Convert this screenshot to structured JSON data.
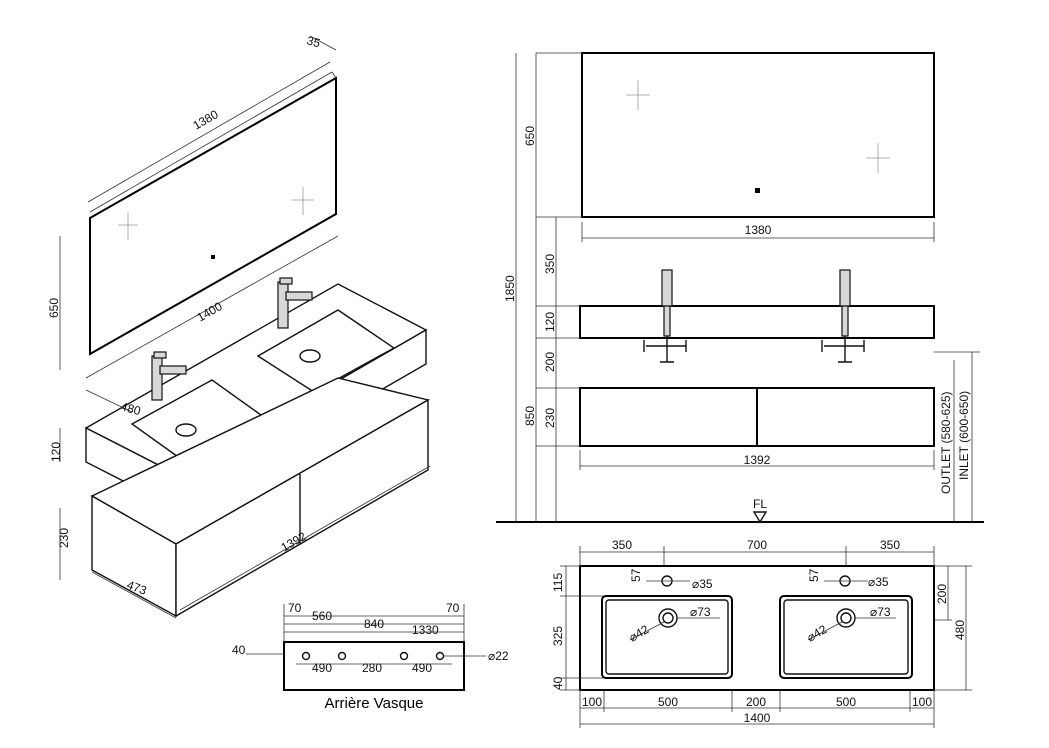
{
  "caption_back": "Arrière Vasque",
  "colors": {
    "line": "#111111",
    "background": "#ffffff",
    "tap": "#d8d8d8"
  },
  "iso": {
    "mirror_depth": "35",
    "mirror_width": "1380",
    "mirror_height": "650",
    "top_width": "1400",
    "top_depth": "480",
    "top_height": "120",
    "cabinet_height": "230",
    "cabinet_width": "1392",
    "cabinet_depth": "473"
  },
  "front": {
    "mirror_height": "650",
    "mirror_width": "1380",
    "gap_mirror_top": "350",
    "total_height": "1850",
    "top_height": "120",
    "gap_top_cabinet": "200",
    "floor_height": "850",
    "cabinet_height": "230",
    "cabinet_width": "1392",
    "outlet": "OUTLET (580-625)",
    "inlet": "INLET (600-650)",
    "floor_label": "FL"
  },
  "plan": {
    "top": [
      "350",
      "700",
      "350"
    ],
    "d115": "115",
    "d57_left": "57",
    "d57_right": "57",
    "tap_hole_left": "⌀35",
    "tap_hole_right": "⌀35",
    "drain_left_outer": "⌀73",
    "drain_right_outer": "⌀73",
    "drain_left_inner": "⌀42",
    "drain_right_inner": "⌀42",
    "d325": "325",
    "d40": "40",
    "d200": "200",
    "d480": "480",
    "bottom": [
      "100",
      "500",
      "200",
      "500",
      "100"
    ],
    "total": "1400"
  },
  "back": {
    "d70_left": "70",
    "d560": "560",
    "d840": "840",
    "d70_right": "70",
    "d1330": "1330",
    "d40": "40",
    "d490_left": "490",
    "d280": "280",
    "d490_right": "490",
    "hole": "⌀22"
  }
}
